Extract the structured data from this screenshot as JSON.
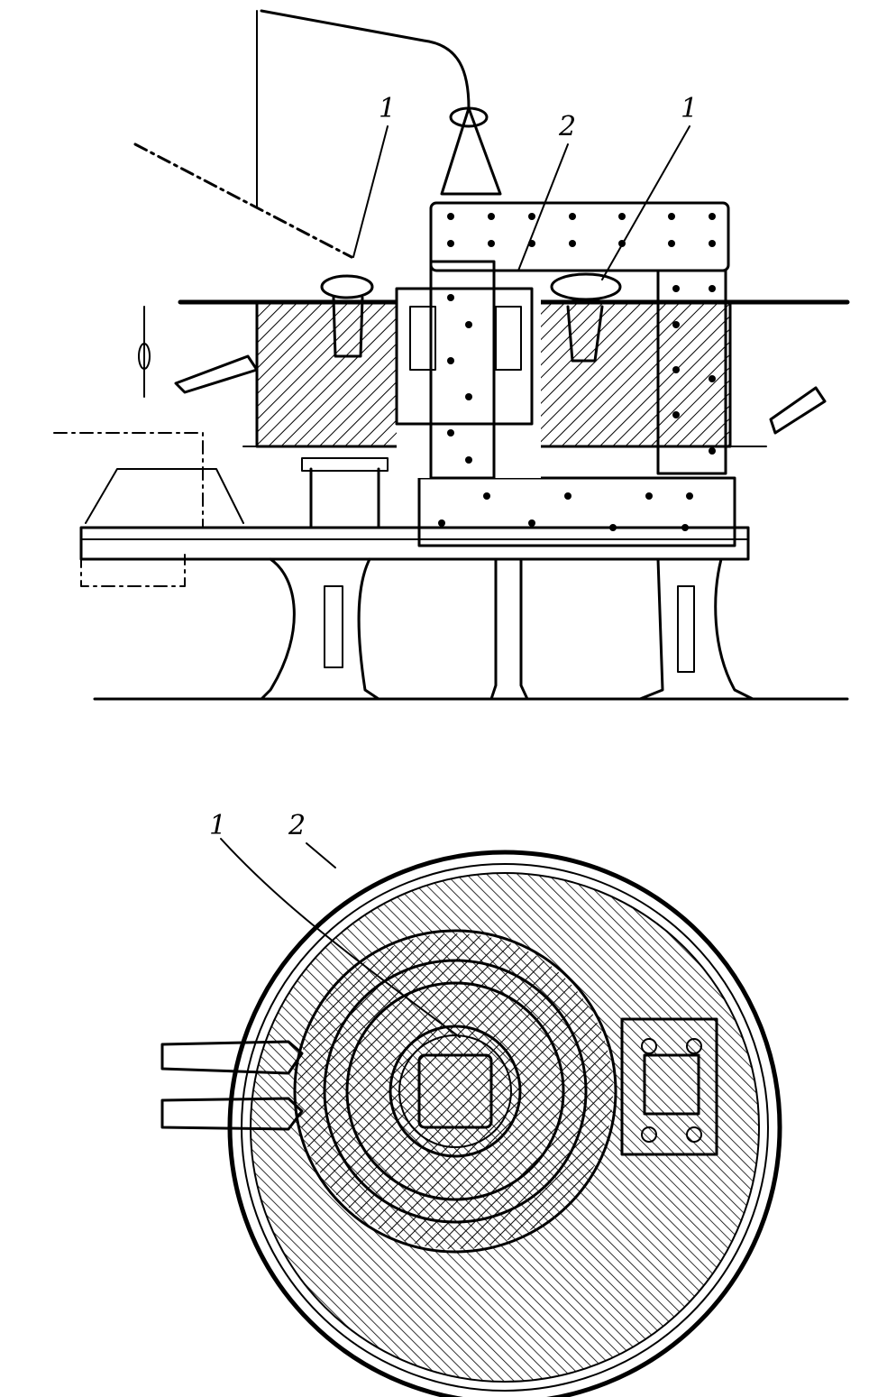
{
  "figure": {
    "top_view": {
      "labels": {
        "one_left": "1",
        "two": "2",
        "one_right": "1"
      }
    },
    "bottom_view": {
      "labels": {
        "one": "1",
        "two": "2"
      }
    }
  },
  "colors": {
    "ink": "#000000",
    "paper": "#ffffff"
  }
}
